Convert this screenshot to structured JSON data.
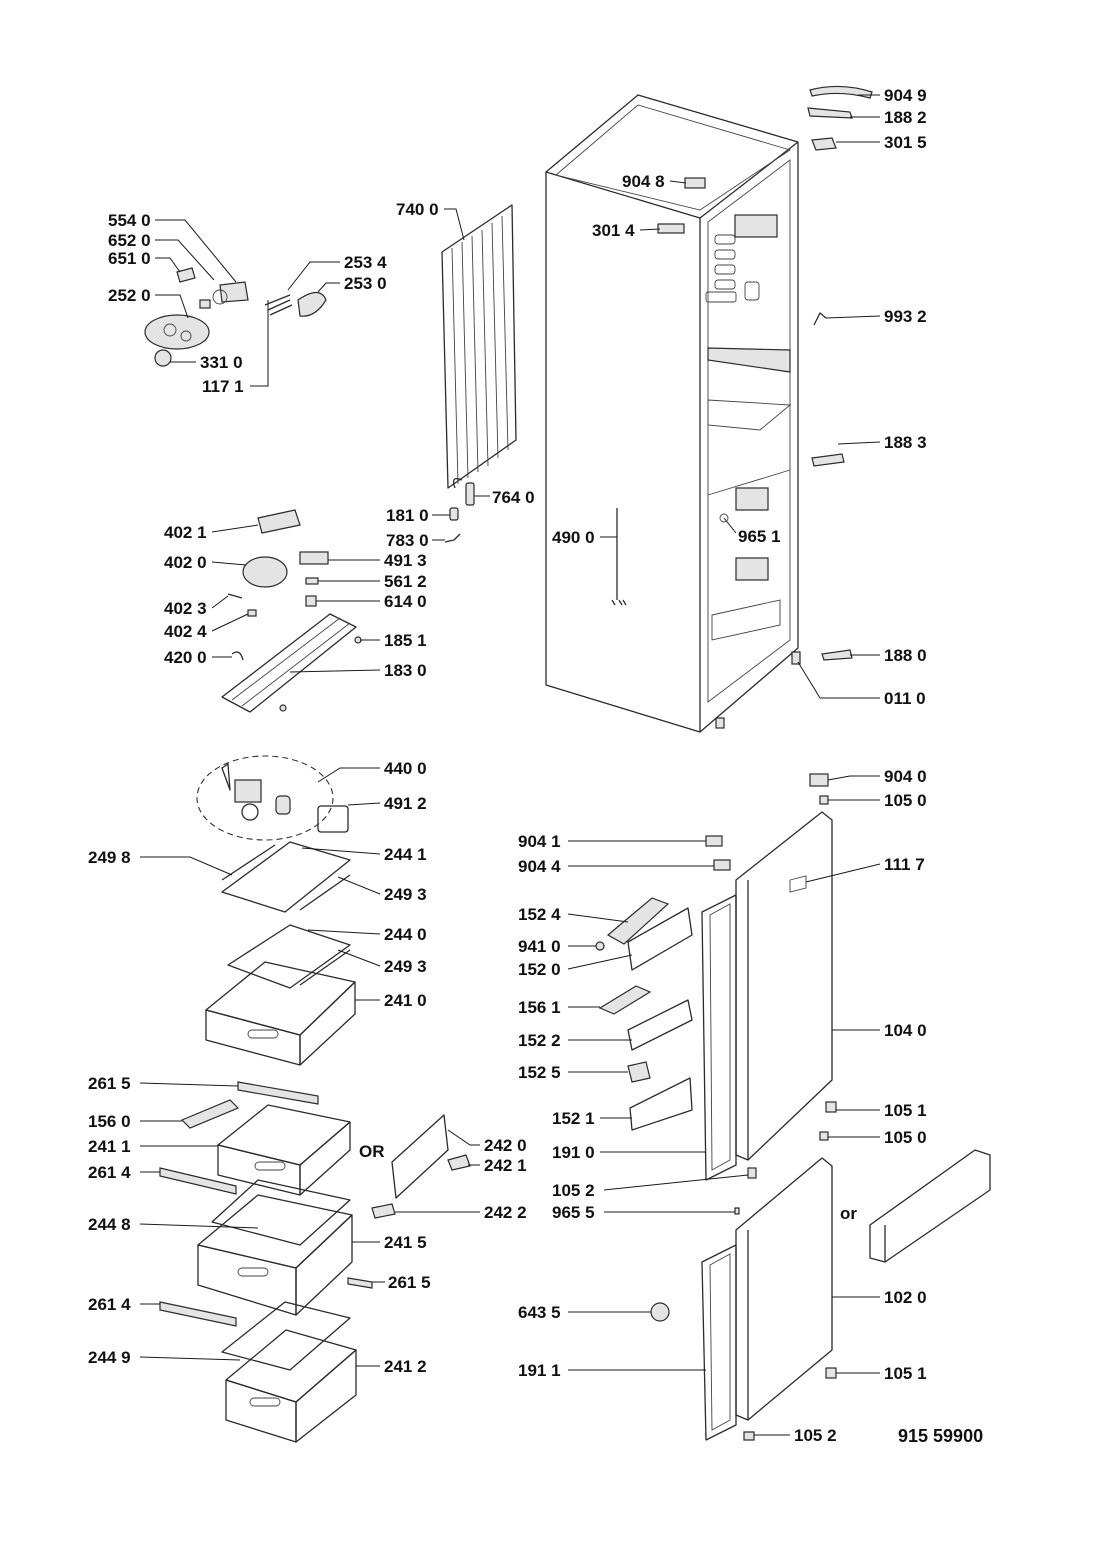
{
  "diagram": {
    "document_number": "915 59900",
    "alternative_words": [
      "OR",
      "or"
    ],
    "callouts": [
      "904 9",
      "188 2",
      "301 5",
      "904 8",
      "301 4",
      "993 2",
      "188 3",
      "965 1",
      "490 0",
      "188 0",
      "011 0",
      "740 0",
      "764 0",
      "554 0",
      "652 0",
      "651 0",
      "252 0",
      "253 4",
      "253 0",
      "331 0",
      "117 1",
      "402 1",
      "402 0",
      "491 3",
      "561 2",
      "614 0",
      "402 3",
      "402 4",
      "185 1",
      "420 0",
      "183 0",
      "181 0",
      "783 0",
      "440 0",
      "491 2",
      "249 8",
      "244 1",
      "249 3",
      "244 0",
      "249 3",
      "241 0",
      "261 5",
      "156 0",
      "241 1",
      "261 4",
      "244 8",
      "241 5",
      "261 5",
      "261 4",
      "244 9",
      "241 2",
      "242 0",
      "242 1",
      "242 2",
      "904 0",
      "105 0",
      "904 1",
      "904 4",
      "111 7",
      "152 4",
      "941 0",
      "152 0",
      "156 1",
      "152 2",
      "104 0",
      "152 5",
      "152 1",
      "105 1",
      "105 0",
      "191 0",
      "105 2",
      "965 5",
      "102 0",
      "643 5",
      "191 1",
      "105 1",
      "105 2"
    ]
  }
}
